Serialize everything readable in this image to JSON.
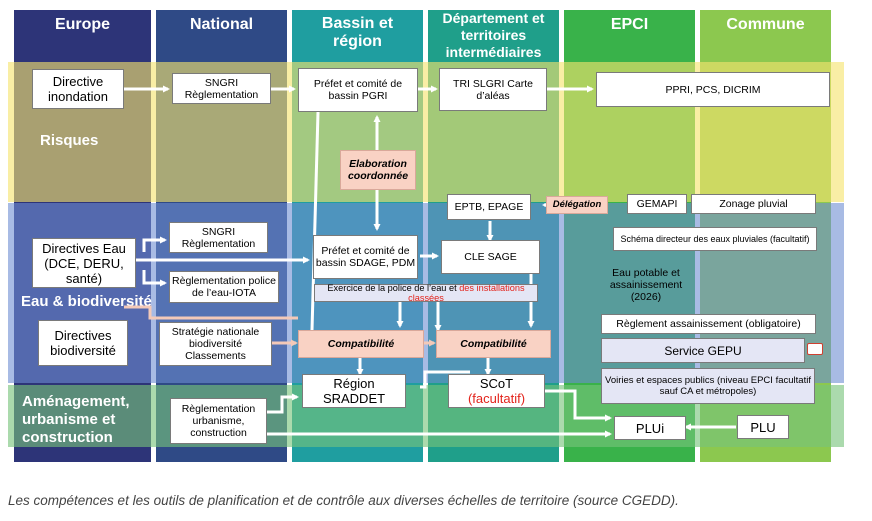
{
  "columns": {
    "europe": "Europe",
    "national": "National",
    "bassin": "Bassin et région",
    "departement": "Département et territoires intermédiaires",
    "epci": "EPCI",
    "commune": "Commune"
  },
  "rows": {
    "risques": "Risques",
    "eau": "Eau & biodiversité",
    "amenagement": "Aménagement, urbanisme et construction"
  },
  "boxes": {
    "directive_inondation": "Directive inondation",
    "sngri_1": "SNGRI Règlementation",
    "prefet_pgri": "Préfet et comité de bassin PGRI",
    "tri": "TRI SLGRI Carte d’aléas",
    "ppri": "PPRI, PCS, DICRIM",
    "elaboration": "Elaboration coordonnée",
    "eptb": "EPTB, EPAGE",
    "delegation": "Délégation",
    "gemapi": "GEMAPI",
    "zonage": "Zonage pluvial",
    "directives_eau": "Directives Eau (DCE, DERU, santé)",
    "sngri_2": "SNGRI Règlementation",
    "prefet_sdage": "Préfet et comité de bassin SDAGE, PDM",
    "cle_sage": "CLE SAGE",
    "schema": "Schéma directeur des eaux pluviales (facultatif)",
    "police_iota": "Règlementation police de l’eau-IOTA",
    "eau_potable": "Eau potable et assainissement (2026)",
    "police_text_1": "Exercice de la police de l’eau et ",
    "police_text_red": "des installations classées",
    "directives_bio": "Directives biodiversité",
    "strategie": "Stratégie nationale biodiversité Classements",
    "compat_1": "Compatibilité",
    "compat_2": "Compatibilité",
    "reglement_assain": "Règlement assainissement (obligatoire)",
    "service_gepu": "Service GEPU",
    "voiries": "Voiries et espaces publics (niveau EPCI facultatif sauf CA et métropoles)",
    "region_sraddet": "Région SRADDET",
    "scot": "SCoT",
    "scot_facultatif": "(facultatif)",
    "reglementation_urb": "Règlementation urbanisme, construction",
    "plui": "PLUi",
    "plu": "PLU"
  },
  "caption": "Les compétences et les outils de planification et de contrôle aux diverses échelles de territoire (source CGEDD).",
  "colors": {
    "europe": "#2d3478",
    "national": "#2f4a86",
    "bassin": "#239a9a",
    "departement": "#1f9f8a",
    "epci": "#39b24a",
    "commune": "#8cc84f",
    "risques_band": "#f4e469",
    "eau_band": "#6c8fd0",
    "amenagement_band": "#78c47b",
    "peach": "#f9d2c4",
    "lilac": "#e4e6f5"
  }
}
